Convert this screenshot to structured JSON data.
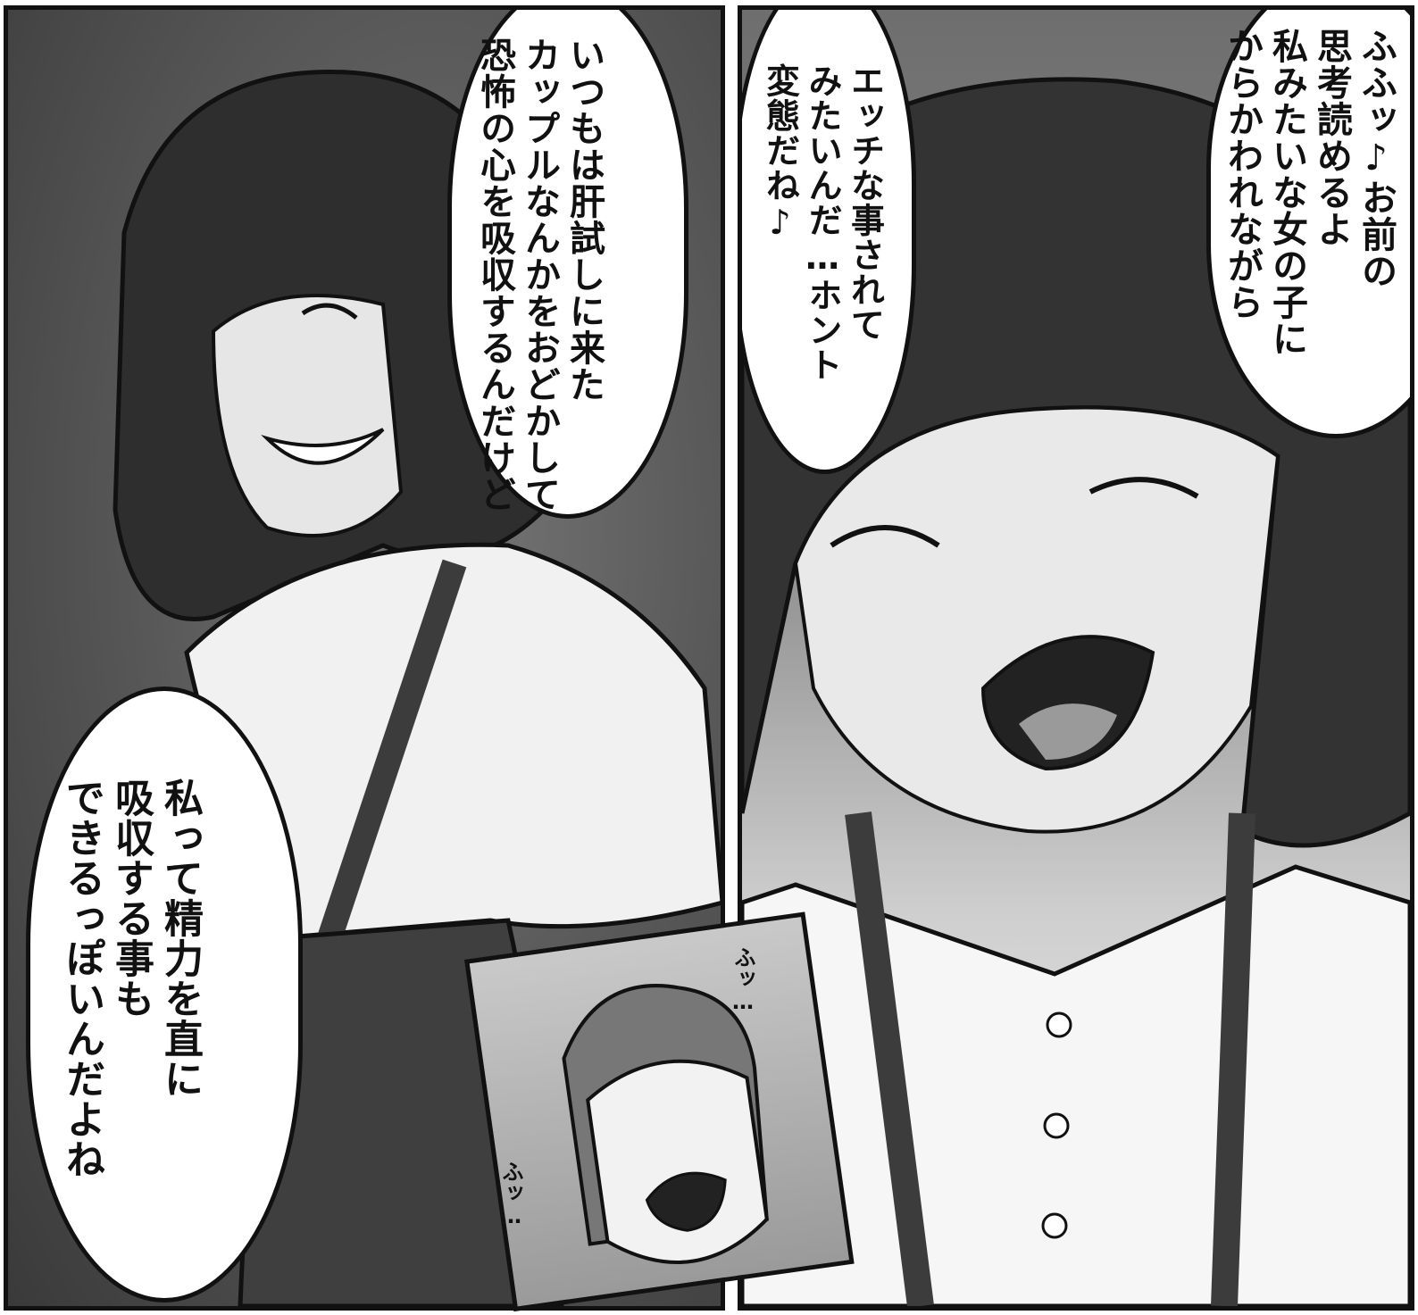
{
  "left_panel": {
    "top_bubble": {
      "lines": [
        "いつもは肝試しに来た",
        "カップルなんかをおどかして",
        "恐怖の心を吸収するんだけど"
      ]
    },
    "bottom_bubble": {
      "lines": [
        "私って精力を直に",
        "吸収する事も",
        "できるっぽいんだよね"
      ]
    }
  },
  "right_panel": {
    "first_bubble": {
      "lines": [
        "ふふッ♪お前の",
        "思考読めるよ",
        "私みたいな女の子に",
        "からかわれながら"
      ]
    },
    "second_bubble": {
      "lines": [
        "エッチな事されて",
        "みたいんだ…ホント",
        "変態だね♪"
      ]
    }
  },
  "inset_panel": {
    "sfx_top": "ふッ…",
    "sfx_bottom": "ふッ…"
  },
  "colors": {
    "ink": "#111111",
    "paper": "#ffffff",
    "screentone_dark": "#3a3a3a"
  }
}
